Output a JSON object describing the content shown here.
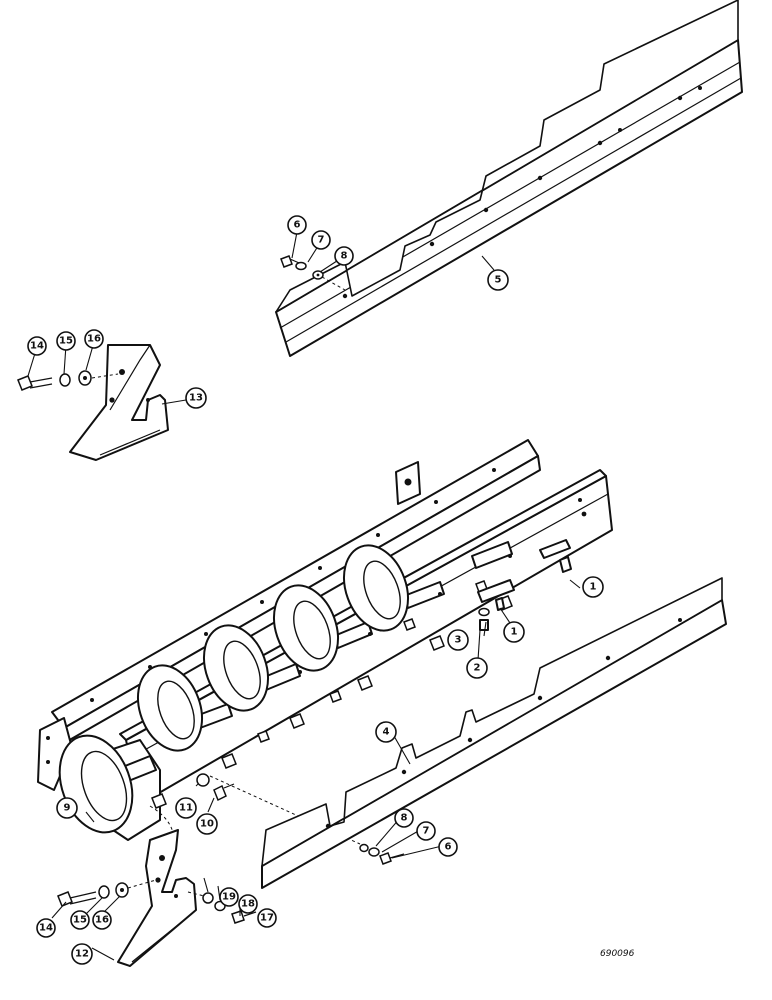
{
  "drawing_number": "690096",
  "callouts": [
    {
      "id": "c1a",
      "label": "1"
    },
    {
      "id": "c1b",
      "label": "1"
    },
    {
      "id": "c2",
      "label": "2"
    },
    {
      "id": "c3",
      "label": "3"
    },
    {
      "id": "c4",
      "label": "4"
    },
    {
      "id": "c5",
      "label": "5"
    },
    {
      "id": "c6a",
      "label": "6"
    },
    {
      "id": "c7a",
      "label": "7"
    },
    {
      "id": "c8a",
      "label": "8"
    },
    {
      "id": "c6b",
      "label": "6"
    },
    {
      "id": "c7b",
      "label": "7"
    },
    {
      "id": "c8b",
      "label": "8"
    },
    {
      "id": "c9",
      "label": "9"
    },
    {
      "id": "c10",
      "label": "10"
    },
    {
      "id": "c11",
      "label": "11"
    },
    {
      "id": "c12",
      "label": "12"
    },
    {
      "id": "c13",
      "label": "13"
    },
    {
      "id": "c14a",
      "label": "14"
    },
    {
      "id": "c15a",
      "label": "15"
    },
    {
      "id": "c16a",
      "label": "16"
    },
    {
      "id": "c14b",
      "label": "14"
    },
    {
      "id": "c15b",
      "label": "15"
    },
    {
      "id": "c16b",
      "label": "16"
    },
    {
      "id": "c17",
      "label": "17"
    },
    {
      "id": "c18",
      "label": "18"
    },
    {
      "id": "c19",
      "label": "19"
    }
  ]
}
